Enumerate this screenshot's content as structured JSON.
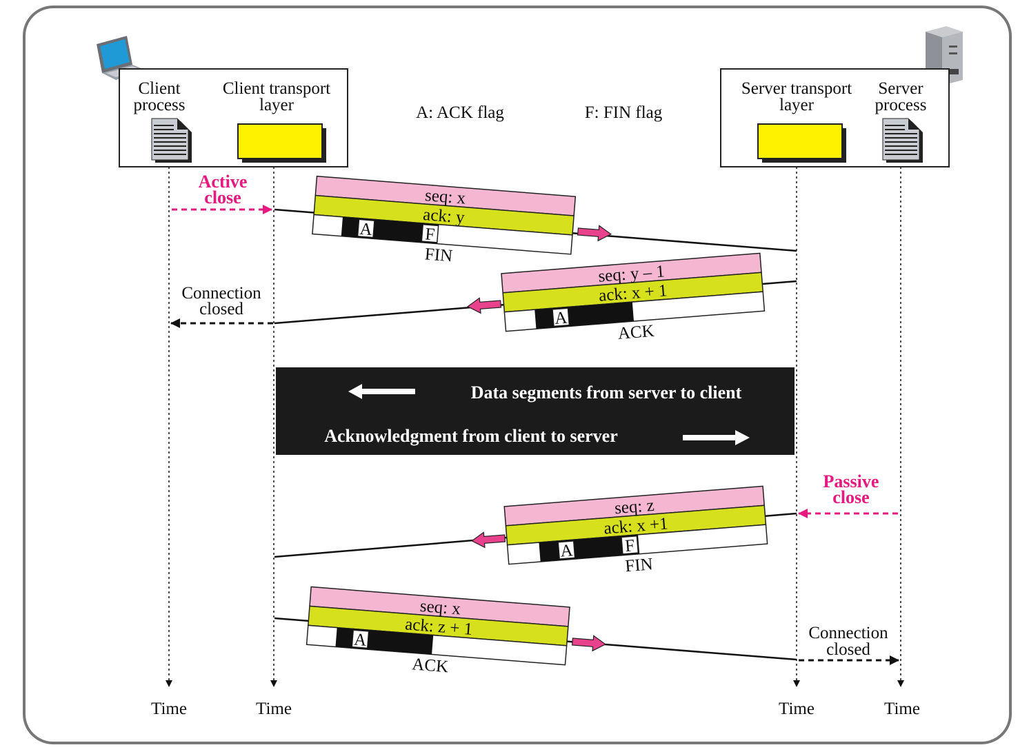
{
  "client": {
    "process_line1": "Client",
    "process_line2": "process",
    "transport_line1": "Client transport",
    "transport_line2": "layer"
  },
  "server": {
    "transport_line1": "Server transport",
    "transport_line2": "layer",
    "process_line1": "Server",
    "process_line2": "process"
  },
  "legend": {
    "ack_flag": "A: ACK flag",
    "fin_flag": "F: FIN flag"
  },
  "active_close": {
    "line1": "Active",
    "line2": "close"
  },
  "passive_close": {
    "line1": "Passive",
    "line2": "close"
  },
  "segments": {
    "fin1": {
      "seq": "seq: x",
      "ack": "ack: y",
      "flag_a": "A",
      "flag_f": "F",
      "caption": "FIN"
    },
    "ack1": {
      "seq": "seq: y – 1",
      "ack": "ack: x + 1",
      "flag_a": "A",
      "caption": "ACK"
    },
    "fin2": {
      "seq": "seq: z",
      "ack": "ack: x +1",
      "flag_a": "A",
      "flag_f": "F",
      "caption": "FIN"
    },
    "ack2": {
      "seq": "seq: x",
      "ack": "ack: z + 1",
      "flag_a": "A",
      "caption": "ACK"
    }
  },
  "connection_closed_client": {
    "line1": "Connection",
    "line2": "closed"
  },
  "connection_closed_server": {
    "line1": "Connection",
    "line2": "closed"
  },
  "data_box": {
    "line1": "Data segments from server to client",
    "line2": "Acknowledgment from client to server"
  },
  "time_labels": [
    "Time",
    "Time",
    "Time",
    "Time"
  ],
  "colors": {
    "seq_band": "#f5b6d2",
    "ack_band": "#d6e01c",
    "transport_box": "#fff200",
    "accent_magenta": "#e5197f",
    "arrow_pink": "#e8428c"
  }
}
